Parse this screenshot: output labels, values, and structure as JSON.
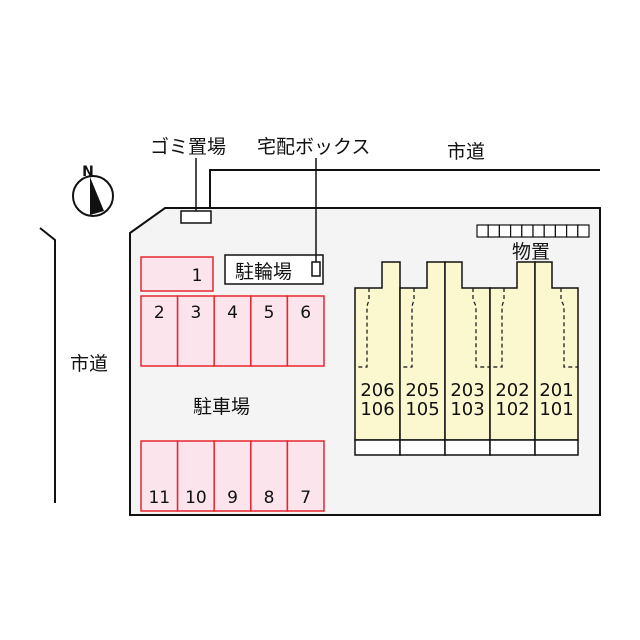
{
  "labels": {
    "garbage": "ゴミ置場",
    "delivery_box": "宅配ボックス",
    "city_road_top": "市道",
    "city_road_left": "市道",
    "bicycle_parking": "駐輪場",
    "storage": "物置",
    "parking": "駐車場",
    "north": "N"
  },
  "parking_spaces": {
    "top": [
      "1"
    ],
    "row_upper": [
      "2",
      "3",
      "4",
      "5",
      "6"
    ],
    "row_lower": [
      "11",
      "10",
      "9",
      "8",
      "7"
    ]
  },
  "units": [
    {
      "upper": "206",
      "lower": "106"
    },
    {
      "upper": "205",
      "lower": "105"
    },
    {
      "upper": "203",
      "lower": "103"
    },
    {
      "upper": "202",
      "lower": "102"
    },
    {
      "upper": "201",
      "lower": "101"
    }
  ],
  "colors": {
    "lot": "#f4f4f4",
    "parking_fill": "#fbe4ec",
    "parking_border": "#e8262e",
    "building": "#fbf8d0"
  }
}
